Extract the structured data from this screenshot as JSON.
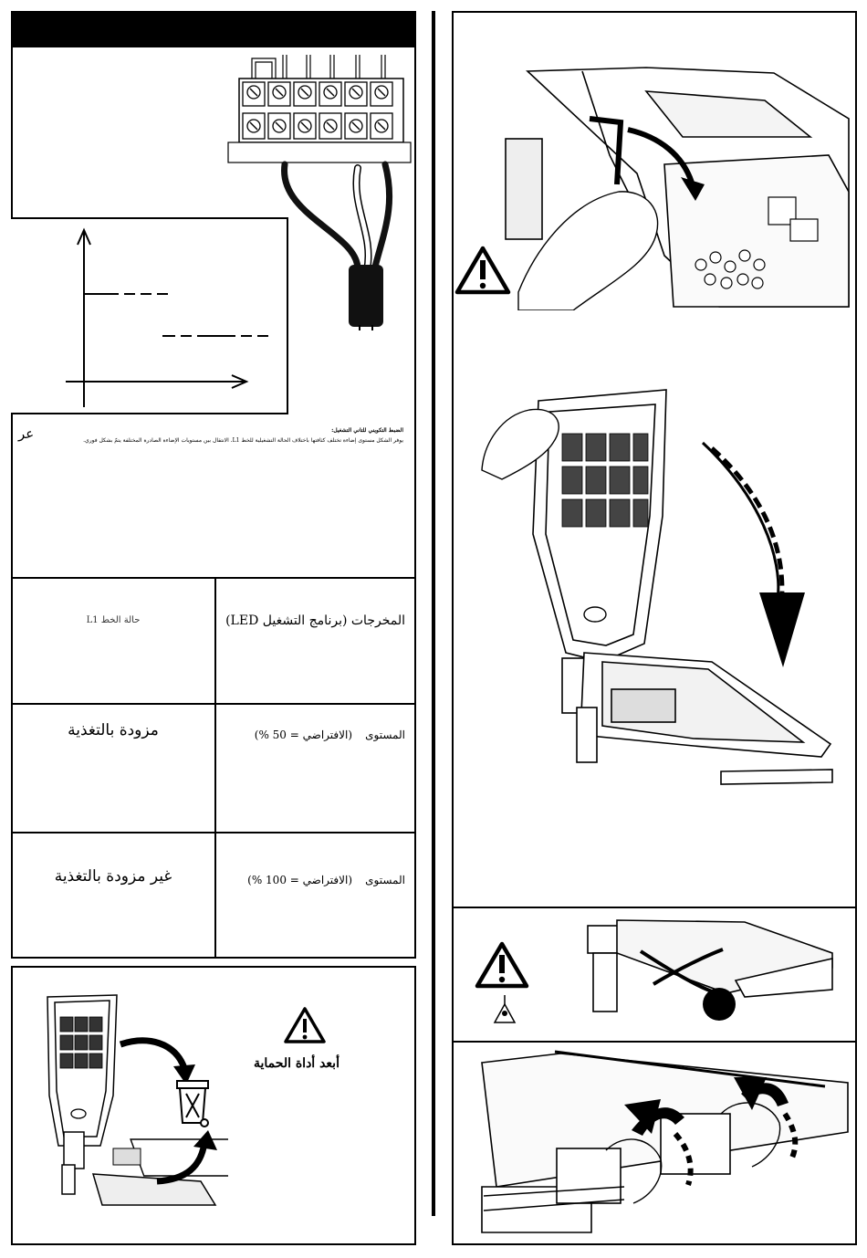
{
  "lang_code": "عر",
  "config": {
    "heading": "الضبط التكويني للتاني التشغيل:",
    "body": "يوفر الشكل مستوى إضاءة تختلف كثافتها باختلاف الحالة التشغيلية للخط L1. الانتقال بين مستويات الإضاءة الصادرة المختلفة يتمّ بشكل فوري."
  },
  "table": {
    "header_right": "المخرجات (برنامج التشغيل LED)",
    "header_left": "حالة الخط L1",
    "rows": [
      {
        "level_label": "المستوى",
        "level_value": "(الافتراضي = 50 %)",
        "state": "مزودة بالتغذية"
      },
      {
        "level_label": "المستوى",
        "level_value": "(الافتراضي = 100 %)",
        "state": "غير مزودة بالتغذية"
      }
    ]
  },
  "protection": {
    "label": "أبعد أداة الحماية"
  },
  "colors": {
    "header_bar": "#000000",
    "border": "#000000",
    "ink": "#111111"
  },
  "icons": [
    "warning-triangle-icon",
    "recycle-bin-icon",
    "hand-icon",
    "curved-arrow-icon"
  ]
}
